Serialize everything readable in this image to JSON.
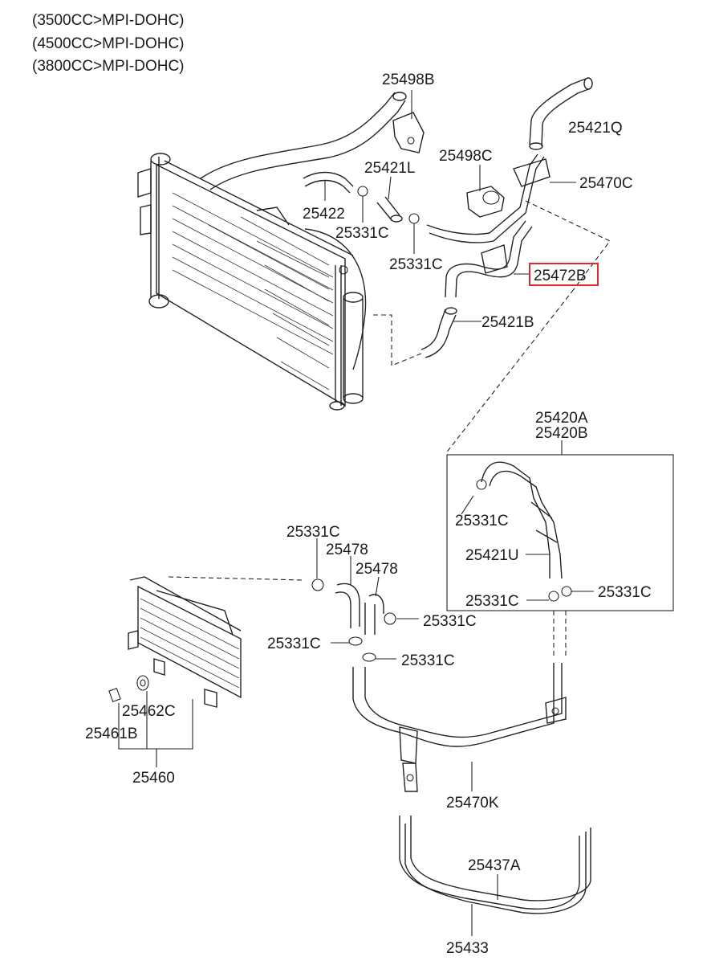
{
  "engines": [
    "(3500CC>MPI-DOHC)",
    "(4500CC>MPI-DOHC)",
    "(3800CC>MPI-DOHC)"
  ],
  "labels": {
    "p25498B": "25498B",
    "p25421Q": "25421Q",
    "p25498C": "25498C",
    "p25421L": "25421L",
    "p25470C": "25470C",
    "p25422": "25422",
    "p25331C_a": "25331C",
    "p25331C_b": "25331C",
    "p25472B": "25472B",
    "p25421B": "25421B",
    "p25420A": "25420A",
    "p25420B": "25420B",
    "p25331C_c": "25331C",
    "p25421U": "25421U",
    "p25331C_d": "25331C",
    "p25331C_e": "25331C",
    "p25331C_f": "25331C",
    "p25478_a": "25478",
    "p25478_b": "25478",
    "p25331C_g": "25331C",
    "p25331C_h": "25331C",
    "p25331C_i": "25331C",
    "p25462C": "25462C",
    "p25461B": "25461B",
    "p25460": "25460",
    "p25470K": "25470K",
    "p25437A": "25437A",
    "p25433": "25433"
  },
  "highlight_color": "#e0282e"
}
